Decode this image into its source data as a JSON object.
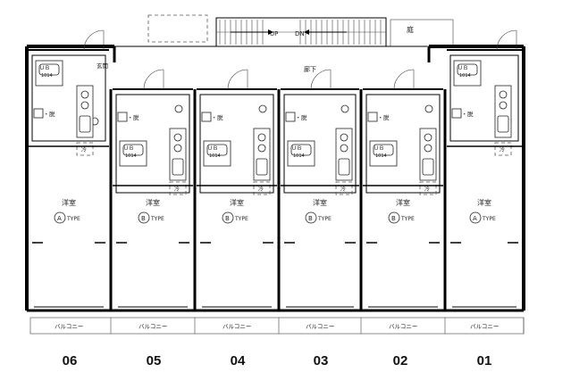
{
  "common": {
    "up": "UP",
    "dn": "DN",
    "garden": "庭",
    "corridor": "廊下",
    "entrance": "玄関"
  },
  "units": [
    {
      "id": "06",
      "room": "洋室",
      "type_letter": "A",
      "type_word": "TYPE",
      "wash": "洗・脱",
      "ub": "ＵＢ",
      "ub_size": "1014",
      "fridge": "冷",
      "balcony": "バルコニー"
    },
    {
      "id": "05",
      "room": "洋室",
      "type_letter": "B",
      "type_word": "TYPE",
      "wash": "洗・脱",
      "ub": "ＵＢ",
      "ub_size": "1014",
      "fridge": "冷",
      "balcony": "バルコニー"
    },
    {
      "id": "04",
      "room": "洋室",
      "type_letter": "B",
      "type_word": "TYPE",
      "wash": "洗・脱",
      "ub": "ＵＢ",
      "ub_size": "1014",
      "fridge": "冷",
      "balcony": "バルコニー"
    },
    {
      "id": "03",
      "room": "洋室",
      "type_letter": "B",
      "type_word": "TYPE",
      "wash": "洗・脱",
      "ub": "ＵＢ",
      "ub_size": "1014",
      "fridge": "冷",
      "balcony": "バルコニー"
    },
    {
      "id": "02",
      "room": "洋室",
      "type_letter": "B",
      "type_word": "TYPE",
      "wash": "洗・脱",
      "ub": "ＵＢ",
      "ub_size": "1014",
      "fridge": "冷",
      "balcony": "バルコニー"
    },
    {
      "id": "01",
      "room": "洋室",
      "type_letter": "A",
      "type_word": "TYPE",
      "wash": "洗・脱",
      "ub": "ＵＢ",
      "ub_size": "1014",
      "fridge": "冷",
      "balcony": "バルコニー"
    }
  ]
}
